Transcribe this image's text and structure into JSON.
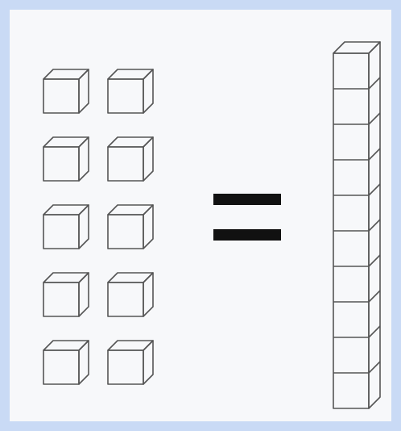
{
  "diagram": {
    "left_group": {
      "kind": "unit-cubes",
      "rows": 5,
      "columns": 2,
      "count": 10
    },
    "operator": {
      "symbol": "equals-sign"
    },
    "right_group": {
      "kind": "ten-rod",
      "units": 10
    }
  },
  "colors": {
    "border": "#c9daf5",
    "background": "#f7f8fa",
    "stroke": "#555555",
    "equals": "#111111"
  }
}
